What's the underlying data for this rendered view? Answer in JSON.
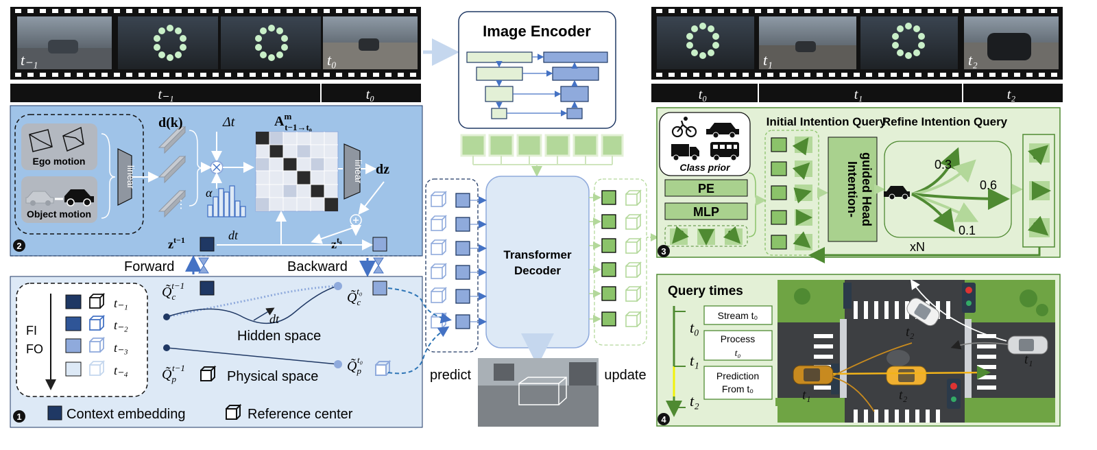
{
  "filmstrip_left": {
    "frame_labels": [
      "t₋₁",
      "t₀"
    ],
    "timeline": [
      "t₋₁",
      "t₀"
    ]
  },
  "filmstrip_right": {
    "frame_labels": [
      "t₁",
      "t₂"
    ],
    "timeline": [
      "t₀",
      "t₁",
      "t₂"
    ]
  },
  "image_encoder": {
    "title": "Image Encoder"
  },
  "transformer_decoder": {
    "line1": "Transformer",
    "line2": "Decoder"
  },
  "predict_label": "predict",
  "update_label": "update",
  "motion_panel": {
    "ego_motion": "Ego motion",
    "object_motion": "Object motion",
    "linear": "linear",
    "d_k": "d(k)",
    "delta_t": "Δt",
    "alpha": "α",
    "matrix_label": "A m t−1→t0",
    "linear2": "linear",
    "dz": "dz",
    "dt": "dt",
    "z_prev": "zt−1",
    "z_curr": "zt0",
    "badge": "2"
  },
  "forward_label": "Forward",
  "backward_label": "Backward",
  "space_panel": {
    "fi": "FI",
    "fo": "FO",
    "legend_times": [
      "t₋₁",
      "t₋₂",
      "t₋₃",
      "t₋₄"
    ],
    "qc_prev": "Q̃c t−1",
    "qc_curr": "Q̃c t0",
    "qp_prev": "Q̃p t−1",
    "qp_curr": "Q̃p t0",
    "dt": "dt",
    "hidden_space": "Hidden space",
    "physical_space": "Physical space",
    "context_embedding": "Context embedding",
    "reference_center": "Reference center",
    "badge": "1"
  },
  "intention_panel": {
    "class_prior": "Class prior",
    "pe": "PE",
    "mlp": "MLP",
    "initial_query": "Initial Intention Query",
    "refine_query": "Refine Intention Query",
    "head_line1": "Intention-",
    "head_line2": "guided Head",
    "probs": [
      "0.3",
      "0.6",
      "0.1"
    ],
    "xn": "xN",
    "badge": "3"
  },
  "query_panel": {
    "title": "Query times",
    "timeline": [
      "t₀",
      "t₁",
      "t₂"
    ],
    "stream": "Stream t₀",
    "process_line1": "Process",
    "process_line2": "t₀",
    "prediction_line1": "Prediction",
    "prediction_line2": "From t₀",
    "scene_labels": [
      "t₂",
      "t₁",
      "t₁",
      "t₂"
    ],
    "badge": "4"
  },
  "colors": {
    "motion_panel_bg": "#9fc3e8",
    "space_panel_bg": "#dde9f6",
    "green_panel_bg": "#e3f0d6",
    "green_box": "#b3d89a",
    "dark_navy": "#1f3864",
    "mid_blue": "#4472c4",
    "light_blue": "#8faadc",
    "dark_green": "#4f8a32"
  }
}
